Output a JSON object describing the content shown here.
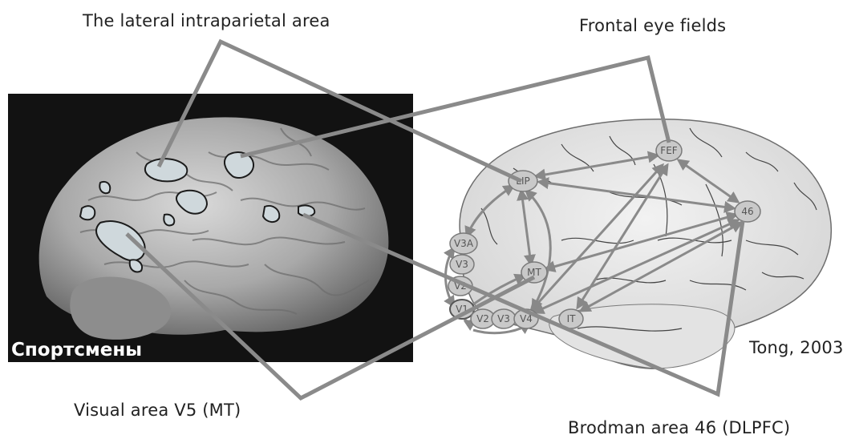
{
  "labels": {
    "lip_area": "The lateral intraparietal area",
    "fef": "Frontal eye fields",
    "v5": "Visual area V5 (MT)",
    "brodman": "Brodman area 46 (DLPFC)",
    "citation": "Tong, 2003"
  },
  "photo": {
    "caption": "Спортсмены"
  },
  "nodes": {
    "fef": "FEF",
    "lip": "LIP",
    "a46": "46",
    "v3a": "V3A",
    "v3_left": "V3",
    "v2_left": "V2",
    "v1": "V1",
    "mt": "MT",
    "v2": "V2",
    "v3": "V3",
    "v4": "V4",
    "it": "IT"
  },
  "colors": {
    "connector": "#8a8a8a",
    "photo_bg": "#121212",
    "brain_fill": "#e8e8e8",
    "node_fill": "#c8c8c8"
  }
}
